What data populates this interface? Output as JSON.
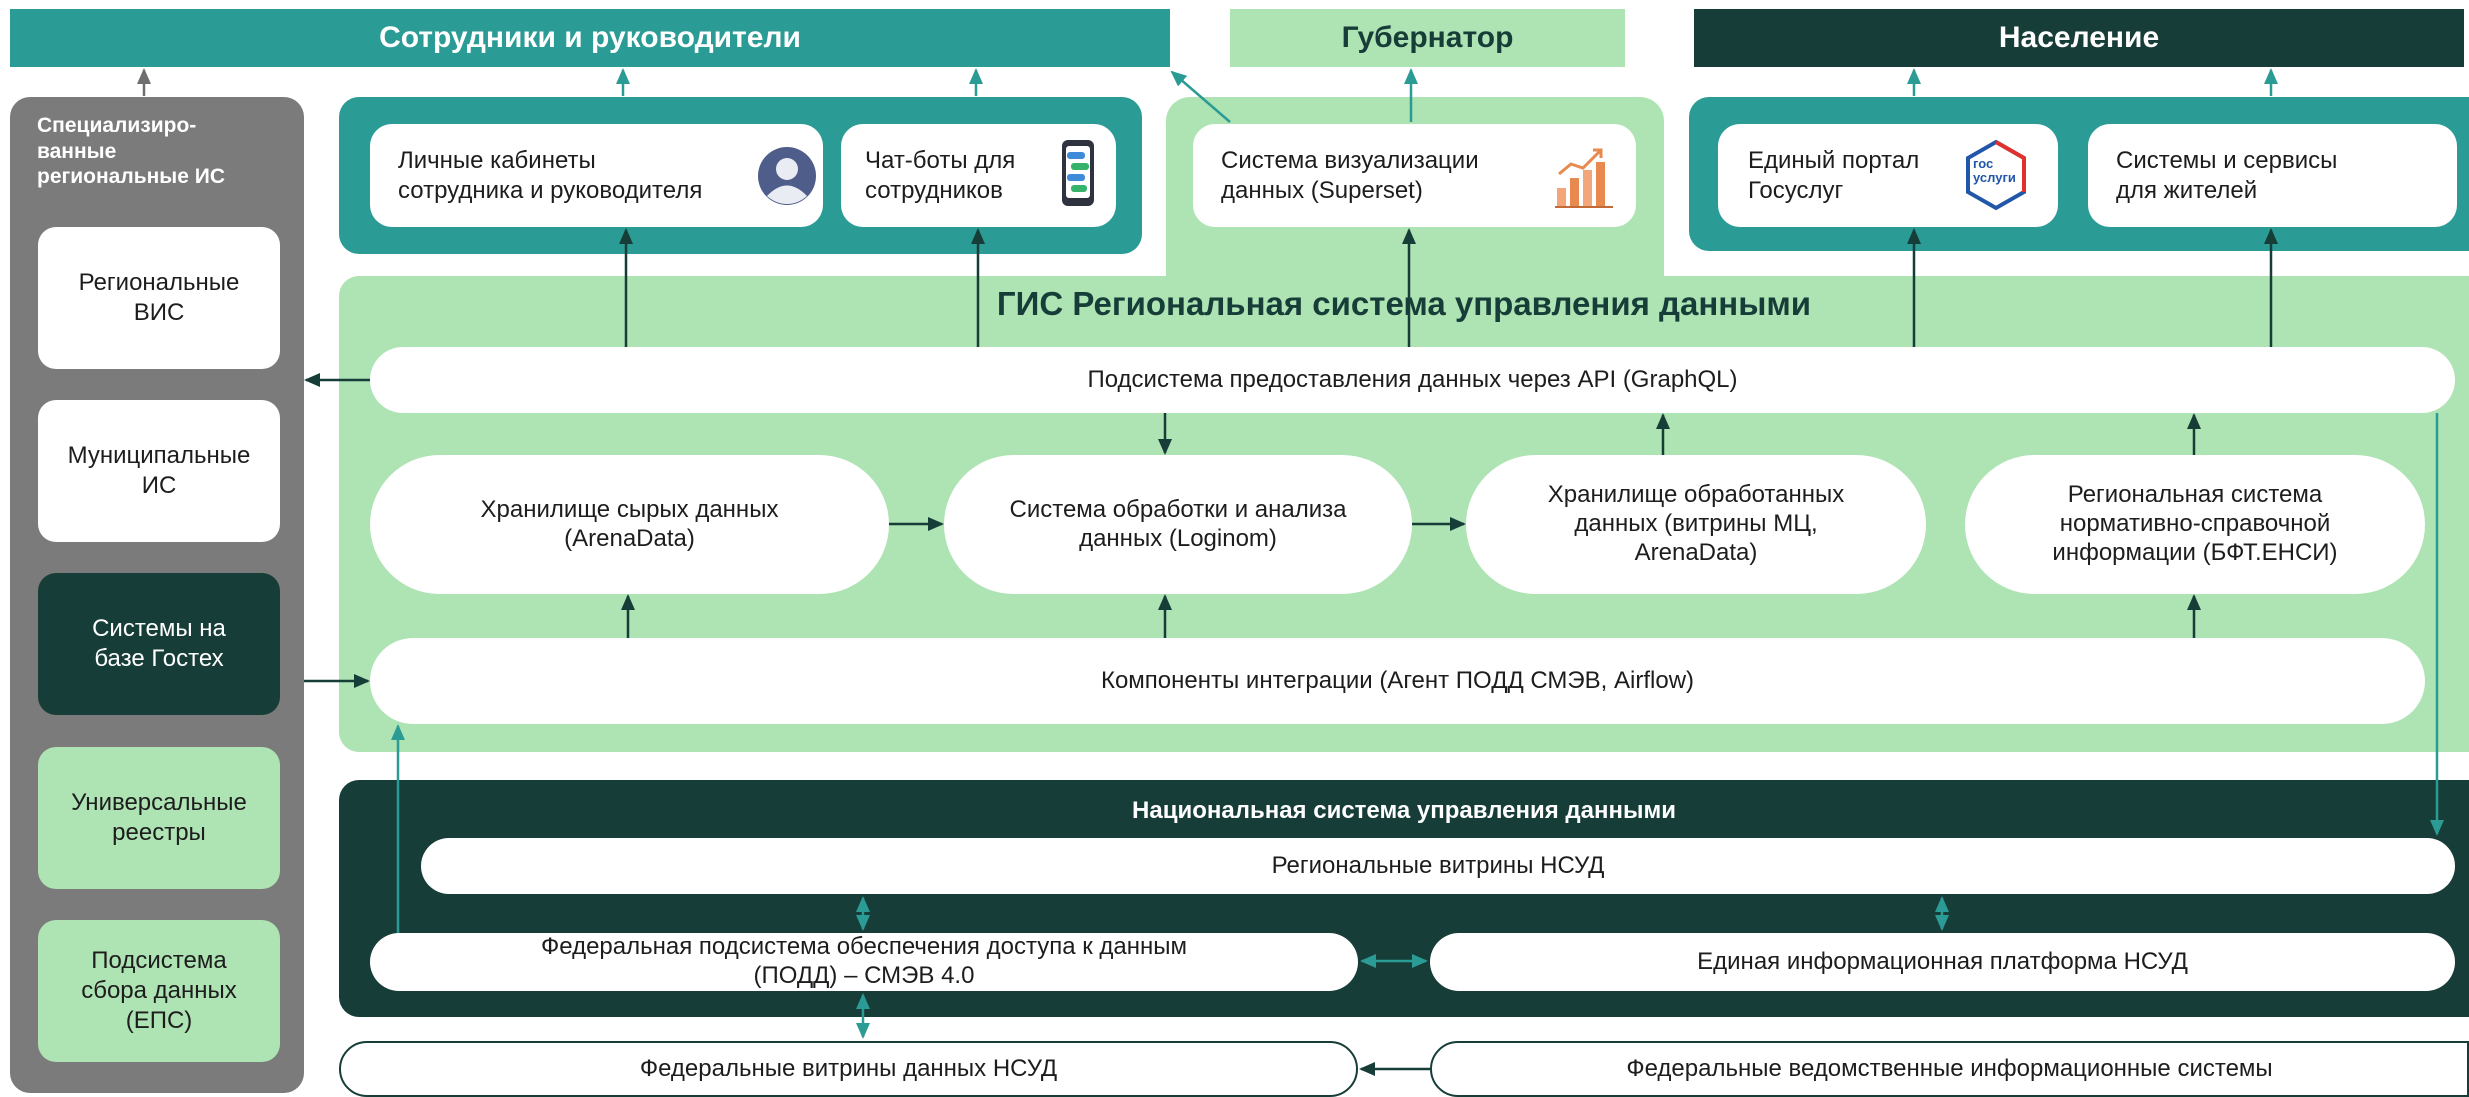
{
  "top_headers": {
    "employees": "Сотрудники и руководители",
    "governor": "Губернатор",
    "population": "Население"
  },
  "left_panel": {
    "title": "Специализиро-\nванные\nрегиональные ИС",
    "items": [
      "Региональные\nВИС",
      "Муниципальные\nИС",
      "Системы на\nбазе Гостех",
      "Универсальные\nреестры",
      "Подсистема\nсбора данных\n(ЕПС)"
    ]
  },
  "employee_box": {
    "cabinets": "Личные кабинеты\nсотрудника и руководителя",
    "chatbots": "Чат-боты для\nсотрудников"
  },
  "governor_box": {
    "superset": "Система визуализации\nданных (Superset)"
  },
  "population_box": {
    "gosuslugi": "Единый портал\nГосуслуг",
    "gosuslugi_logo_text": "гос\nуслуги",
    "services": "Системы и сервисы\n для жителей"
  },
  "gis": {
    "title": "ГИС Региональная система управления данными",
    "api": "Подсистема предоставления данных через API (GraphQL)",
    "raw_storage": "Хранилище сырых данных\n(ArenaData)",
    "processing": "Система обработки и анализа\nданных (Loginom)",
    "processed_storage": "Хранилище обработанных\nданных (витрины МЦ,\nArenaData)",
    "nsi": "Региональная система\nнормативно-справочной\nинформации (БФТ.ЕНСИ)",
    "integration": "Компоненты интеграции (Агент ПОДД СМЭВ, Airflow)"
  },
  "nsud": {
    "title": "Национальная система управления данными",
    "regional_showcases": "Региональные витрины НСУД",
    "podd": "Федеральная подсистема обеспечения доступа к данным\n(ПОДД) – СМЭВ 4.0",
    "platform": "Единая информационная платформа НСУД"
  },
  "bottom": {
    "federal_showcases": "Федеральные витрины данных НСУД",
    "federal_systems": "Федеральные ведомственные информационные системы"
  },
  "colors": {
    "teal": "#2b9b95",
    "dark_green": "#173d38",
    "light_green": "#aee3b3",
    "grey_panel": "#7b7b7b",
    "arrow_dark": "#173d38",
    "arrow_teal": "#2b9b95"
  }
}
